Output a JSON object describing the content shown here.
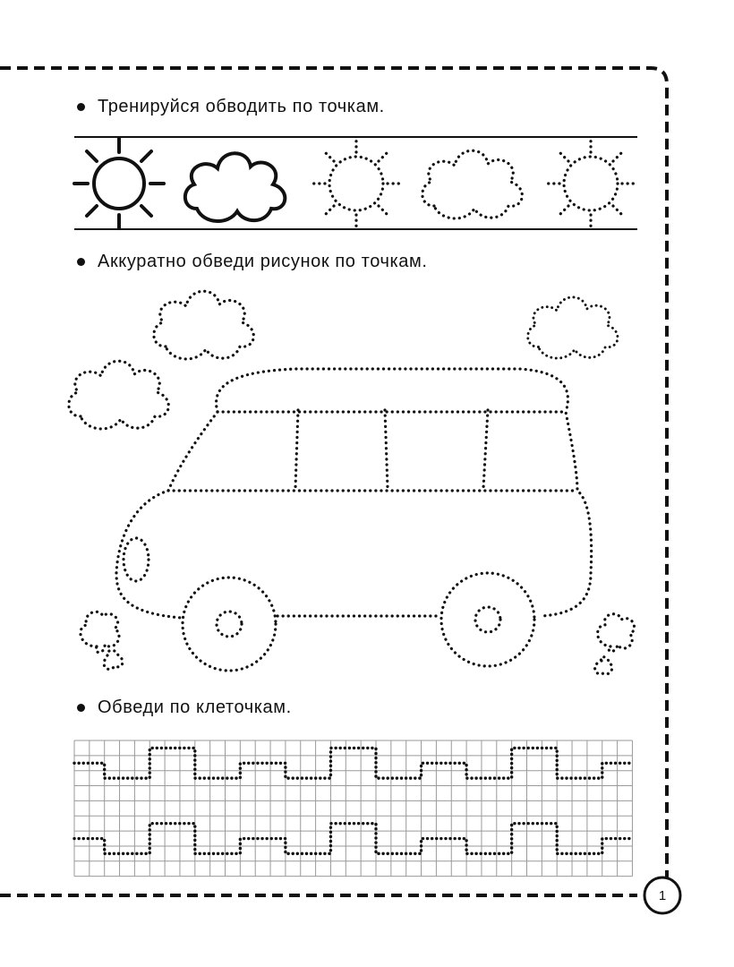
{
  "instructions": {
    "trace_dots": "Тренируйся обводить по точкам.",
    "trace_picture": "Аккуратно обведи рисунок по точкам.",
    "trace_cells": "Обведи по клеточкам."
  },
  "page_number": "1",
  "icons": {
    "sun": "sun-icon",
    "cloud": "cloud-icon",
    "van": "van-icon",
    "flower": "flower-icon"
  },
  "colors": {
    "ink": "#111111",
    "grid": "#9a9a9a",
    "paper": "#ffffff"
  }
}
